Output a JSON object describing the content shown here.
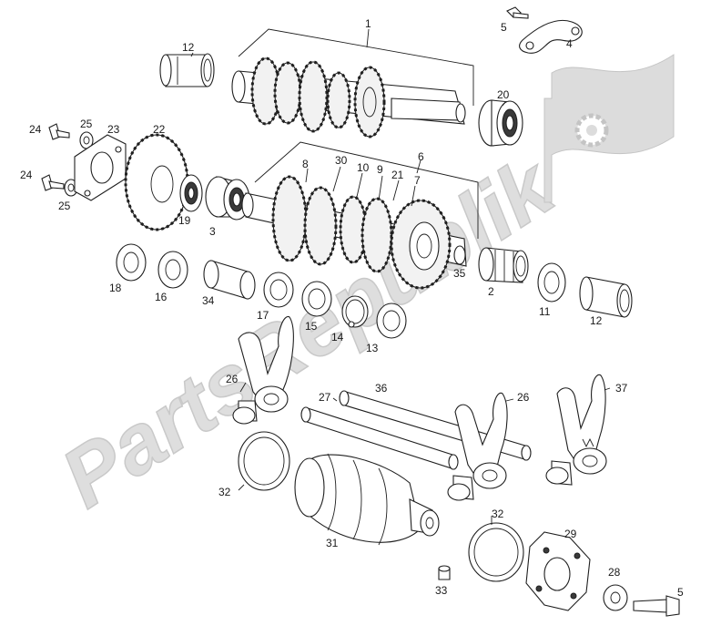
{
  "watermark": {
    "text": "PartsRepublik",
    "color": "#d9d9d9"
  },
  "labels": [
    {
      "id": "p1",
      "text": "1"
    },
    {
      "id": "p2",
      "text": "2"
    },
    {
      "id": "p3",
      "text": "3"
    },
    {
      "id": "p4",
      "text": "4"
    },
    {
      "id": "p5a",
      "text": "5"
    },
    {
      "id": "p5b",
      "text": "5"
    },
    {
      "id": "p6",
      "text": "6"
    },
    {
      "id": "p7",
      "text": "7"
    },
    {
      "id": "p8",
      "text": "8"
    },
    {
      "id": "p9",
      "text": "9"
    },
    {
      "id": "p10",
      "text": "10"
    },
    {
      "id": "p11",
      "text": "11"
    },
    {
      "id": "p12a",
      "text": "12"
    },
    {
      "id": "p12b",
      "text": "12"
    },
    {
      "id": "p13",
      "text": "13"
    },
    {
      "id": "p14",
      "text": "14"
    },
    {
      "id": "p15",
      "text": "15"
    },
    {
      "id": "p16",
      "text": "16"
    },
    {
      "id": "p17",
      "text": "17"
    },
    {
      "id": "p18",
      "text": "18"
    },
    {
      "id": "p19",
      "text": "19"
    },
    {
      "id": "p20",
      "text": "20"
    },
    {
      "id": "p21",
      "text": "21"
    },
    {
      "id": "p22",
      "text": "22"
    },
    {
      "id": "p23",
      "text": "23"
    },
    {
      "id": "p24a",
      "text": "24"
    },
    {
      "id": "p24b",
      "text": "24"
    },
    {
      "id": "p25a",
      "text": "25"
    },
    {
      "id": "p25b",
      "text": "25"
    },
    {
      "id": "p26a",
      "text": "26"
    },
    {
      "id": "p26b",
      "text": "26"
    },
    {
      "id": "p27",
      "text": "27"
    },
    {
      "id": "p28",
      "text": "28"
    },
    {
      "id": "p29",
      "text": "29"
    },
    {
      "id": "p30",
      "text": "30"
    },
    {
      "id": "p31",
      "text": "31"
    },
    {
      "id": "p32a",
      "text": "32"
    },
    {
      "id": "p32b",
      "text": "32"
    },
    {
      "id": "p33",
      "text": "33"
    },
    {
      "id": "p34",
      "text": "34"
    },
    {
      "id": "p35",
      "text": "35"
    },
    {
      "id": "p36",
      "text": "36"
    },
    {
      "id": "p37",
      "text": "37"
    }
  ]
}
